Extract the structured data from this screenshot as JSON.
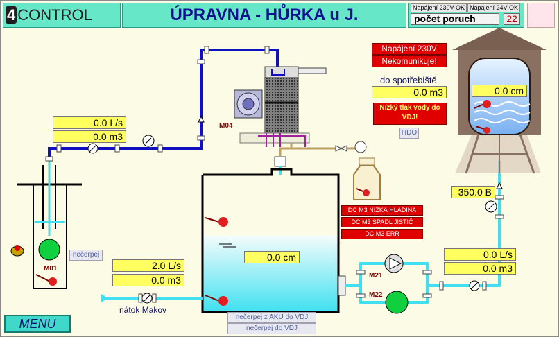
{
  "header": {
    "logo_prefix": "4",
    "logo_text": "CONTROL",
    "title": "ÚPRAVNA - HŮRKA u J.",
    "supply_230": "Napájení 230V OK",
    "supply_24": "Napájení 24V OK",
    "fault_count_label": "počet poruch",
    "fault_count": "22"
  },
  "alarms": {
    "supply_230": "Napájení 230V",
    "not_communicating": "Nekomunikuje!",
    "low_pressure": "Nízký tlak vody do VDJ!",
    "hdo": "HDO",
    "dc_low_level": "DC M3 NÍZKÁ HLADINA",
    "dc_breaker": "DC M3 SPADL JISTIČ",
    "dc_err": "DC M3 ERR"
  },
  "well": {
    "flow": "0.0 L/s",
    "volume": "0.0 m3",
    "pump_label": "M01",
    "pump_status": "nečerpej"
  },
  "inflow": {
    "flow": "2.0 L/s",
    "volume": "0.0 m3",
    "label": "nátok Makov"
  },
  "aeration": {
    "blower_label": "M04"
  },
  "consumer": {
    "label": "do spotřebiště",
    "volume": "0.0 m3"
  },
  "tank": {
    "level": "0.0 cm",
    "status1": "nečerpej z AKU do VDJ",
    "status2": "nečerpej do VDJ"
  },
  "pumps": {
    "m21": "M21",
    "m22": "M22",
    "flow": "0.0 L/s",
    "volume": "0.0 m3"
  },
  "tower": {
    "level": "0.0 cm",
    "pressure": "350.0 B"
  },
  "menu": {
    "label": "MENU"
  },
  "colors": {
    "pipe": "#1010c0",
    "water": "#40e0f0",
    "header": "#66e8c8",
    "value": "#ffff60",
    "alarm": "#e00000"
  }
}
